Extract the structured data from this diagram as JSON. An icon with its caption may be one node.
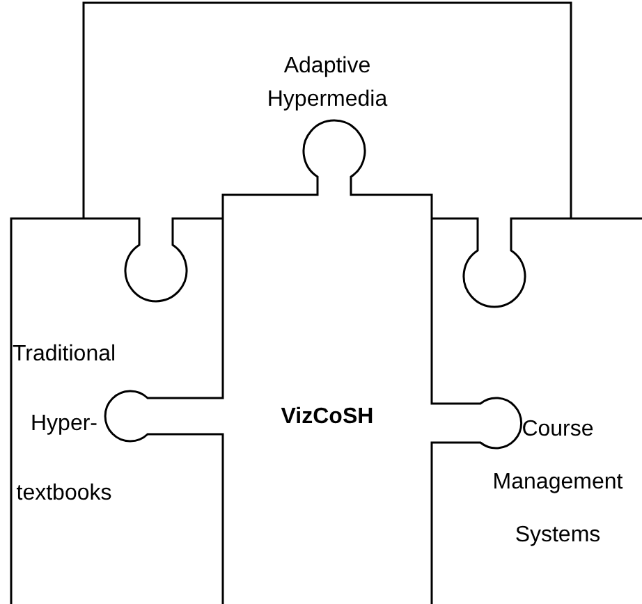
{
  "diagram": {
    "nodes": [
      {
        "text": [
          "Adaptive Hypermedia"
        ]
      },
      {
        "text": [
          "Traditional Hyper- textbooks"
        ]
      },
      {
        "text": [
          "VizCoSH"
        ]
      },
      {
        "text": [
          "Course Management Systems"
        ]
      }
    ]
  }
}
